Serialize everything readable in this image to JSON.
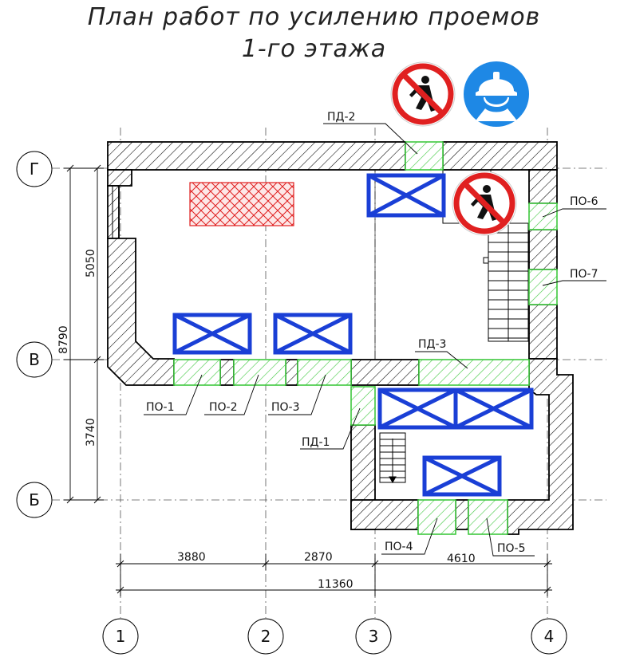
{
  "title": {
    "line1": "План работ по усилению проемов",
    "line2": "1-го этажа"
  },
  "axes": {
    "rows": [
      "Г",
      "В",
      "Б"
    ],
    "cols": [
      "1",
      "2",
      "3",
      "4"
    ]
  },
  "dimensions": {
    "vertical_upper": "5050",
    "vertical_lower": "3740",
    "vertical_total": "8790",
    "horizontal_1_2": "3880",
    "horizontal_2_3": "2870",
    "horizontal_3_4": "4610",
    "horizontal_total": "11360"
  },
  "openings": {
    "po1": "ПО-1",
    "po2": "ПО-2",
    "po3": "ПО-3",
    "po4": "ПО-4",
    "po5": "ПО-5",
    "po6": "ПО-6",
    "po7": "ПО-7",
    "pd1": "ПД-1",
    "pd2": "ПД-2",
    "pd3": "ПД-3"
  },
  "colors": {
    "wall": "#000000",
    "opening_green": "#3fc83f",
    "crate_blue": "#1a3fd6",
    "restricted_red": "#e02020",
    "sign_blue": "#1e88e5"
  },
  "icons": {
    "sign_no_pedestrians": "no-pedestrians-icon",
    "sign_helmet": "helmet-required-icon"
  }
}
